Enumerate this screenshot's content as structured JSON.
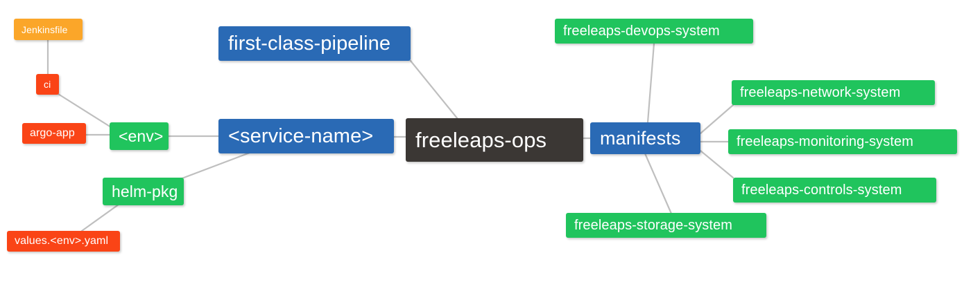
{
  "diagram": {
    "type": "mindmap",
    "title": "freeleaps-ops",
    "background_color": "#ffffff",
    "edge_color": "#bfbfbf",
    "palette": {
      "root": "#3b3734",
      "blue": "#2a6ab5",
      "green": "#20c45d",
      "orange": "#fba629",
      "red": "#fa4416"
    },
    "nodes": {
      "root": {
        "label": "freeleaps-ops",
        "color": "#3b3734",
        "font_size": 31
      },
      "service_name": {
        "label": "<service-name>",
        "color": "#2a6ab5",
        "font_size": 29
      },
      "first_class_pipeline": {
        "label": "first-class-pipeline",
        "color": "#2a6ab5",
        "font_size": 29
      },
      "manifests": {
        "label": "manifests",
        "color": "#2a6ab5",
        "font_size": 27
      },
      "env": {
        "label": "<env>",
        "color": "#20c45d",
        "font_size": 23
      },
      "helm_pkg": {
        "label": "helm-pkg",
        "color": "#20c45d",
        "font_size": 23
      },
      "jenkinsfile": {
        "label": "Jenkinsfile",
        "color": "#fba629",
        "font_size": 14
      },
      "ci": {
        "label": "ci",
        "color": "#fa4416",
        "font_size": 14
      },
      "argo_app": {
        "label": "argo-app",
        "color": "#fa4416",
        "font_size": 16
      },
      "values_yaml": {
        "label": "values.<env>.yaml",
        "color": "#fa4416",
        "font_size": 16
      },
      "devops_system": {
        "label": "freeleaps-devops-system",
        "color": "#20c45d",
        "font_size": 20
      },
      "network_system": {
        "label": "freeleaps-network-system",
        "color": "#20c45d",
        "font_size": 20
      },
      "monitoring_system": {
        "label": "freeleaps-monitoring-system",
        "color": "#20c45d",
        "font_size": 20
      },
      "controls_system": {
        "label": "freeleaps-controls-system",
        "color": "#20c45d",
        "font_size": 20
      },
      "storage_system": {
        "label": "freeleaps-storage-system",
        "color": "#20c45d",
        "font_size": 20
      }
    },
    "edges": [
      {
        "from": "root",
        "to": "service_name"
      },
      {
        "from": "root",
        "to": "first_class_pipeline"
      },
      {
        "from": "root",
        "to": "manifests"
      },
      {
        "from": "service_name",
        "to": "env"
      },
      {
        "from": "service_name",
        "to": "helm_pkg"
      },
      {
        "from": "env",
        "to": "ci"
      },
      {
        "from": "env",
        "to": "argo_app"
      },
      {
        "from": "ci",
        "to": "jenkinsfile"
      },
      {
        "from": "helm_pkg",
        "to": "values_yaml"
      },
      {
        "from": "manifests",
        "to": "devops_system"
      },
      {
        "from": "manifests",
        "to": "network_system"
      },
      {
        "from": "manifests",
        "to": "monitoring_system"
      },
      {
        "from": "manifests",
        "to": "controls_system"
      },
      {
        "from": "manifests",
        "to": "storage_system"
      }
    ]
  }
}
